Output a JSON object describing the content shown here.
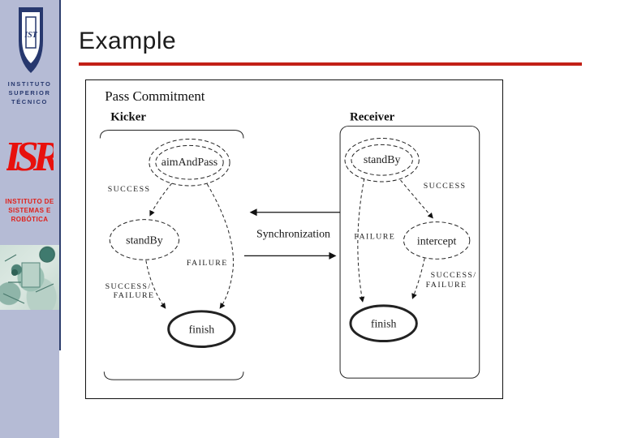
{
  "header": {
    "title": "Example"
  },
  "sidebar": {
    "ist_monogram": "IST",
    "ist_caption": {
      "l1": "INSTITUTO",
      "l2": "SUPERIOR",
      "l3": "TÉCNICO"
    },
    "isr_monogram": "ISR",
    "isr_caption": {
      "l1": "INSTITUTO DE",
      "l2": "SISTEMAS E",
      "l3": "ROBÓTICA"
    }
  },
  "colors": {
    "accent_red": "#c22017",
    "sidebar_bg": "#b5bbd5",
    "navy": "#27386e",
    "logo_red": "#e8110d"
  },
  "diagram": {
    "title": "Pass Commitment",
    "sync_label": "Synchronization",
    "kicker": {
      "label": "Kicker",
      "state_initial": "aimAndPass",
      "state_mid": "standBy",
      "state_final": "finish",
      "edge_success": "SUCCESS",
      "edge_failure": "FAILURE",
      "edge_sf_line1": "SUCCESS/",
      "edge_sf_line2": "FAILURE"
    },
    "receiver": {
      "label": "Receiver",
      "state_initial": "standBy",
      "state_mid": "intercept",
      "state_final": "finish",
      "edge_success": "SUCCESS",
      "edge_failure": "FAILURE",
      "edge_sf_line1": "SUCCESS/",
      "edge_sf_line2": "FAILURE"
    }
  }
}
